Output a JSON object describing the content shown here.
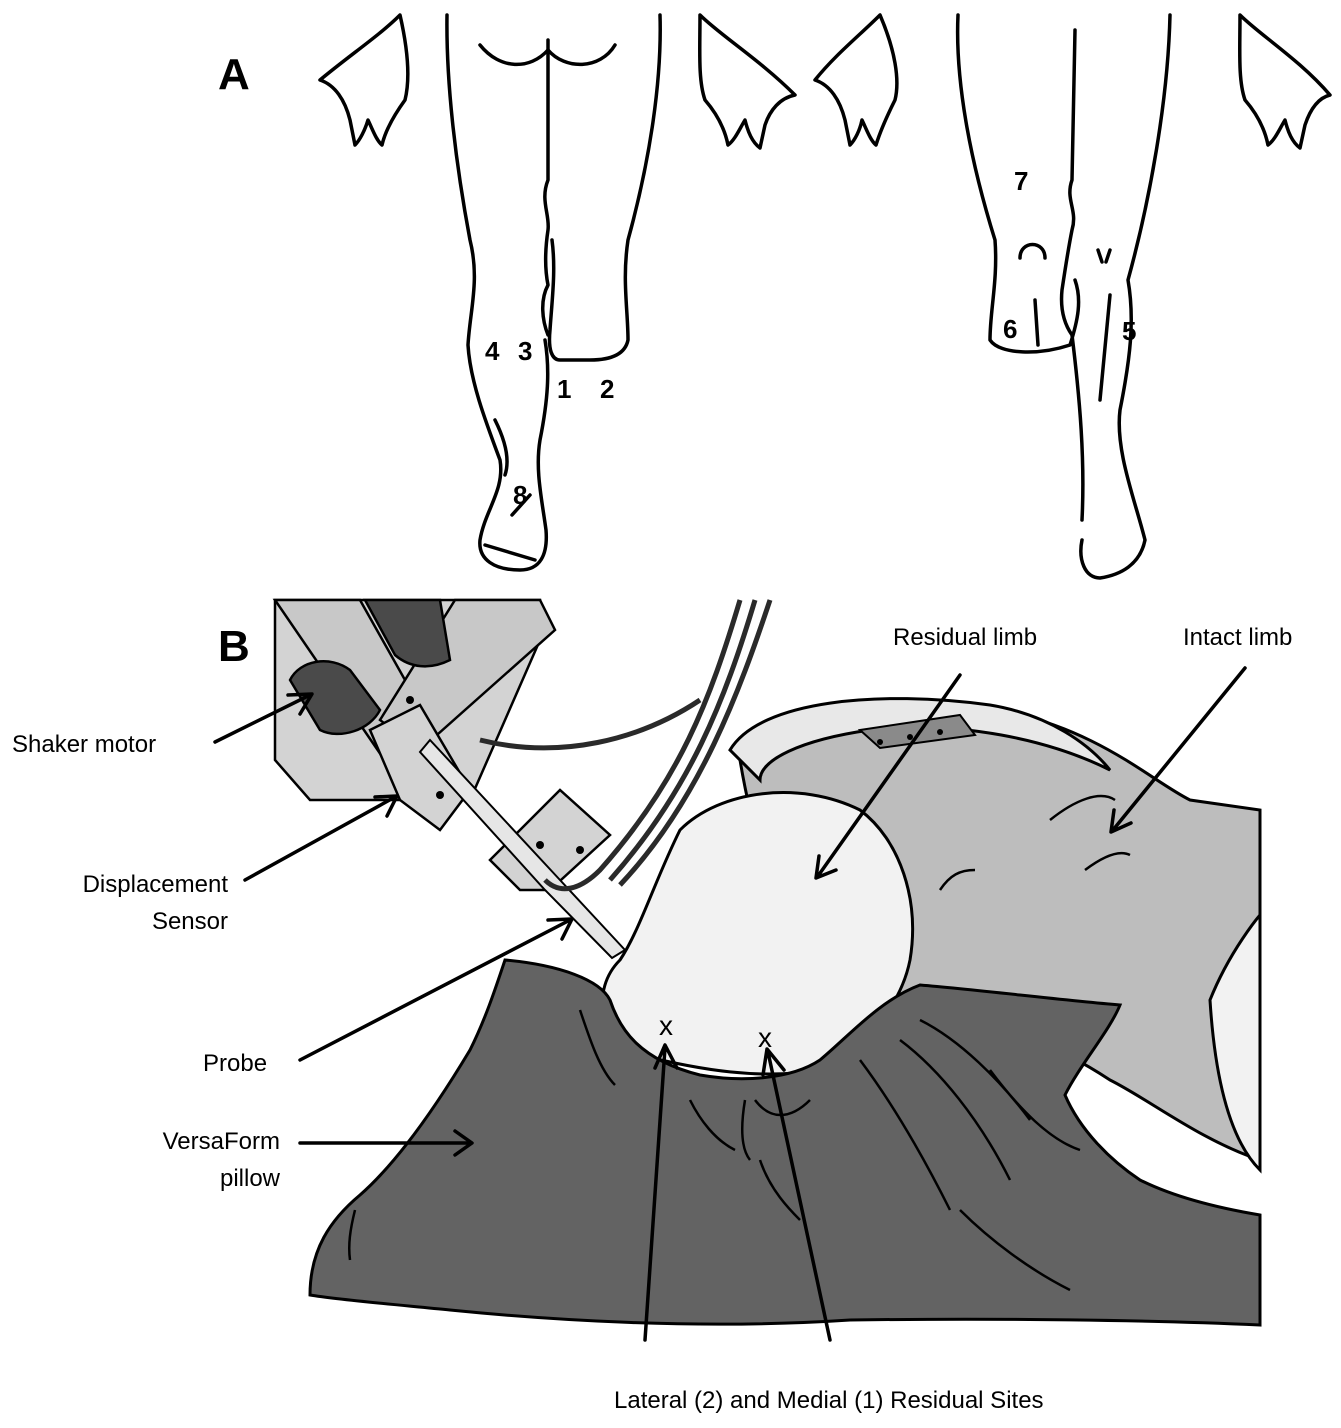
{
  "panels": {
    "a": {
      "letter": "A"
    },
    "b": {
      "letter": "B"
    }
  },
  "sites": [
    "1",
    "2",
    "3",
    "4",
    "5",
    "6",
    "7",
    "8"
  ],
  "labels": {
    "shaker_motor": "Shaker motor",
    "displacement_sensor": "Displacement\nSensor",
    "probe": "Probe",
    "versaform_pillow": "VersaForm\npillow",
    "residual_limb": "Residual limb",
    "intact_limb": "Intact limb",
    "residual_sites": "Lateral (2) and Medial (1) Residual Sites"
  },
  "marks": {
    "site_marker": "x"
  },
  "colors": {
    "pillow": "#636363",
    "intact_limb": "#bdbdbd",
    "residual_limb": "#f2f2f2",
    "device": "#d3d3d3",
    "device_dark": "#4a4a4a"
  }
}
